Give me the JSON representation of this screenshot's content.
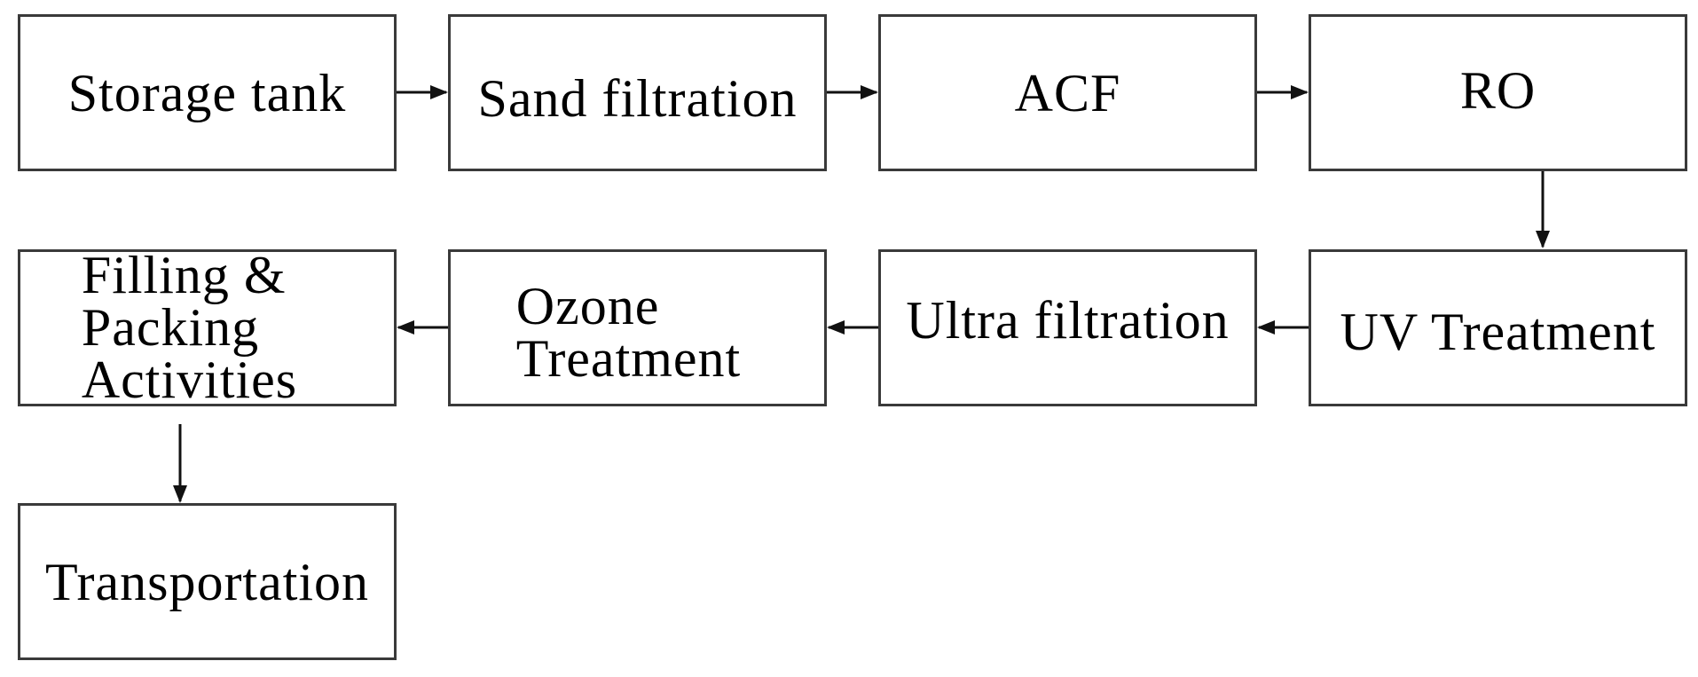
{
  "colors": {
    "border": "#3a3a3a",
    "arrow": "#111111",
    "background": "#ffffff"
  },
  "steps": {
    "storage_tank": "Storage tank",
    "sand_filtration": "Sand filtration",
    "acf": "ACF",
    "ro": "RO",
    "uv_treatment": "UV Treatment",
    "ultra_filtration": "Ultra filtration",
    "ozone_treatment": [
      "Ozone",
      "Treatment"
    ],
    "filling_packing": [
      "Filling &",
      "Packing",
      "Activities"
    ],
    "transportation": "Transportation"
  }
}
